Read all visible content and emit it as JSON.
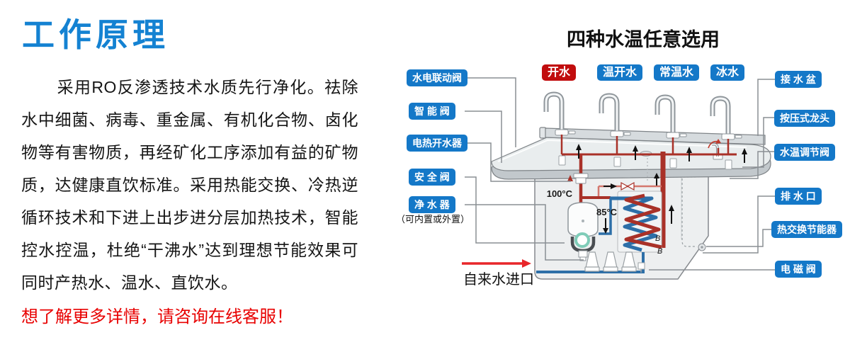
{
  "left_panel": {
    "title": "工作原理",
    "title_color": "#1482d2",
    "paragraph": "采用RO反渗透技术水质先行净化。祛除水中细菌、病毒、重金属、有机化合物、卤化物等有害物质，再经矿化工序添加有益的矿物质，达健康直饮标准。采用热能交换、冷热逆循环技术和下进上出步进分层加热技术，智能控水控温，杜绝“干沸水”达到理想节能效果可同时产热水、温水、直饮水。",
    "cta": "想了解更多详情，请咨询在线客服！",
    "cta_color": "#e80000"
  },
  "diagram": {
    "title": "四种水温任意选用",
    "water_buttons": [
      {
        "label": "开水",
        "color": "#c10d0e"
      },
      {
        "label": "温开水",
        "color": "#1478c8"
      },
      {
        "label": "常温水",
        "color": "#1478c8"
      },
      {
        "label": "冰水",
        "color": "#1478c8"
      }
    ],
    "left_labels": [
      {
        "text": "水电联动阀"
      },
      {
        "text": "智 能 阀"
      },
      {
        "text": "电热开水器"
      },
      {
        "text": "安 全 阀"
      },
      {
        "text": "净 水 器"
      }
    ],
    "purifier_note": "（可内置或外置）",
    "right_labels": [
      {
        "text": "接 水 盆"
      },
      {
        "text": "按压式龙头"
      },
      {
        "text": "水温调节阀"
      },
      {
        "text": "排 水 口"
      },
      {
        "text": "热交换节能器"
      },
      {
        "text": "电 磁 阀"
      }
    ],
    "inlet_label": "自来水进口",
    "annotations": {
      "boiler_temp": "100°C",
      "outlet_temp": "85°C",
      "marker_b1": "B",
      "marker_b2": "B"
    },
    "colors": {
      "label_bg": "#1478c8",
      "hot_button": "#c10d0e",
      "hot_pipe": "#a93128",
      "cold_pipe": "#2d6fa8",
      "inlet_arrow": "#e8262a"
    }
  }
}
